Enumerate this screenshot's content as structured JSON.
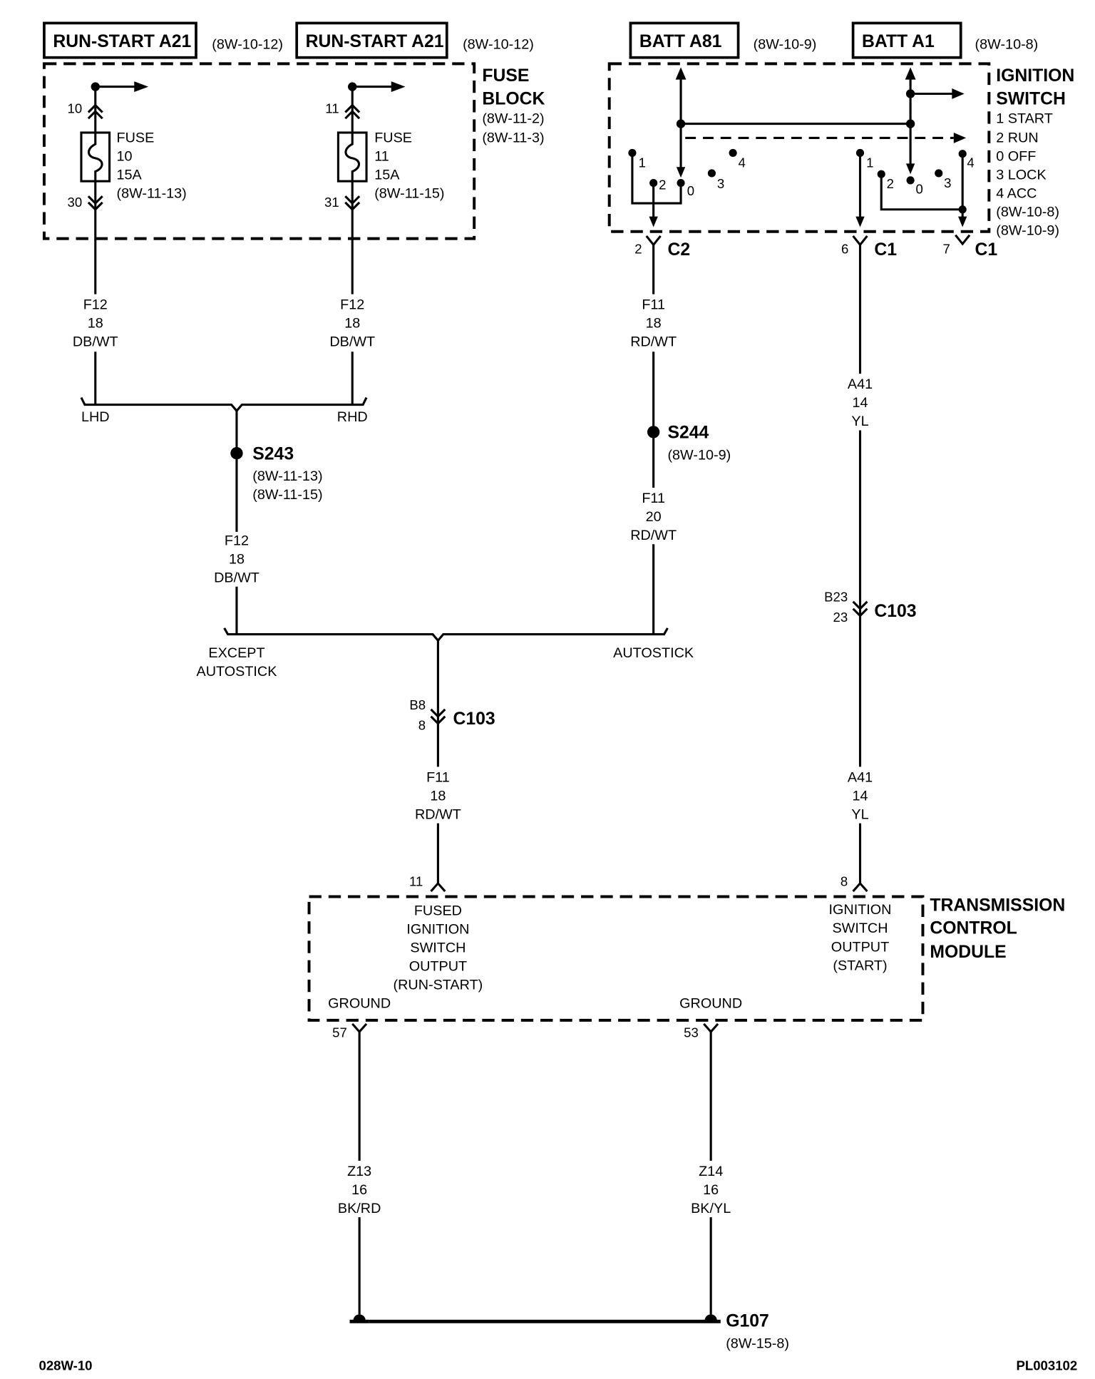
{
  "colors": {
    "ink": "#000000",
    "background": "#ffffff"
  },
  "sources": [
    {
      "label": "RUN-START A21",
      "ref": "(8W-10-12)"
    },
    {
      "label": "RUN-START A21",
      "ref": "(8W-10-12)"
    },
    {
      "label": "BATT A81",
      "ref": "(8W-10-9)"
    },
    {
      "label": "BATT A1",
      "ref": "(8W-10-8)"
    }
  ],
  "fuse_block": {
    "title": [
      "FUSE",
      "BLOCK"
    ],
    "refs": [
      "(8W-11-2)",
      "(8W-11-3)"
    ],
    "fuses": [
      {
        "label": "FUSE",
        "number": "10",
        "rating": "15A",
        "ref": "(8W-11-13)",
        "pin_in": "10",
        "pin_out": "30"
      },
      {
        "label": "FUSE",
        "number": "11",
        "rating": "15A",
        "ref": "(8W-11-15)",
        "pin_in": "11",
        "pin_out": "31"
      }
    ]
  },
  "ignition_switch": {
    "title": [
      "IGNITION",
      "SWITCH"
    ],
    "positions": [
      "1 START",
      "2 RUN",
      "0 OFF",
      "3 LOCK",
      "4 ACC"
    ],
    "refs": [
      "(8W-10-8)",
      "(8W-10-9)"
    ],
    "contacts_left": [
      "1",
      "2",
      "0",
      "3",
      "4"
    ],
    "contacts_right": [
      "1",
      "2",
      "0",
      "3",
      "4"
    ],
    "connectors": [
      {
        "pin": "2",
        "name": "C2"
      },
      {
        "pin": "6",
        "name": "C1"
      },
      {
        "pin": "7",
        "name": "C1"
      }
    ]
  },
  "wires": {
    "lhd_feed": {
      "circuit": "F12",
      "gauge": "18",
      "color": "DB/WT"
    },
    "rhd_feed": {
      "circuit": "F12",
      "gauge": "18",
      "color": "DB/WT"
    },
    "ign_f11": {
      "circuit": "F11",
      "gauge": "18",
      "color": "RD/WT"
    },
    "ign_a41": {
      "circuit": "A41",
      "gauge": "14",
      "color": "YL"
    },
    "s243_out": {
      "circuit": "F12",
      "gauge": "18",
      "color": "DB/WT"
    },
    "s244_out": {
      "circuit": "F11",
      "gauge": "20",
      "color": "RD/WT"
    },
    "tcm_f11": {
      "circuit": "F11",
      "gauge": "18",
      "color": "RD/WT"
    },
    "tcm_a41": {
      "circuit": "A41",
      "gauge": "14",
      "color": "YL"
    },
    "ground_z13": {
      "circuit": "Z13",
      "gauge": "16",
      "color": "BK/RD"
    },
    "ground_z14": {
      "circuit": "Z14",
      "gauge": "16",
      "color": "BK/YL"
    }
  },
  "options": {
    "lhd": "LHD",
    "rhd": "RHD",
    "except_autostick": [
      "EXCEPT",
      "AUTOSTICK"
    ],
    "autostick": "AUTOSTICK"
  },
  "splices": [
    {
      "name": "S243",
      "refs": [
        "(8W-11-13)",
        "(8W-11-15)"
      ]
    },
    {
      "name": "S244",
      "refs": [
        "(8W-10-9)"
      ]
    }
  ],
  "inline_connectors": [
    {
      "cavity": "B8",
      "pin": "8",
      "name": "C103"
    },
    {
      "cavity": "B23",
      "pin": "23",
      "name": "C103"
    }
  ],
  "tcm": {
    "title": [
      "TRANSMISSION",
      "CONTROL",
      "MODULE"
    ],
    "pins": [
      {
        "pin": "11",
        "label": [
          "FUSED",
          "IGNITION",
          "SWITCH",
          "OUTPUT",
          "(RUN-START)"
        ]
      },
      {
        "pin": "8",
        "label": [
          "IGNITION",
          "SWITCH",
          "OUTPUT",
          "(START)"
        ]
      },
      {
        "pin": "57",
        "label": [
          "GROUND"
        ]
      },
      {
        "pin": "53",
        "label": [
          "GROUND"
        ]
      }
    ]
  },
  "ground": {
    "name": "G107",
    "ref": "(8W-15-8)"
  },
  "footer": {
    "page": "028W-10",
    "figure_id": "PL003102"
  }
}
